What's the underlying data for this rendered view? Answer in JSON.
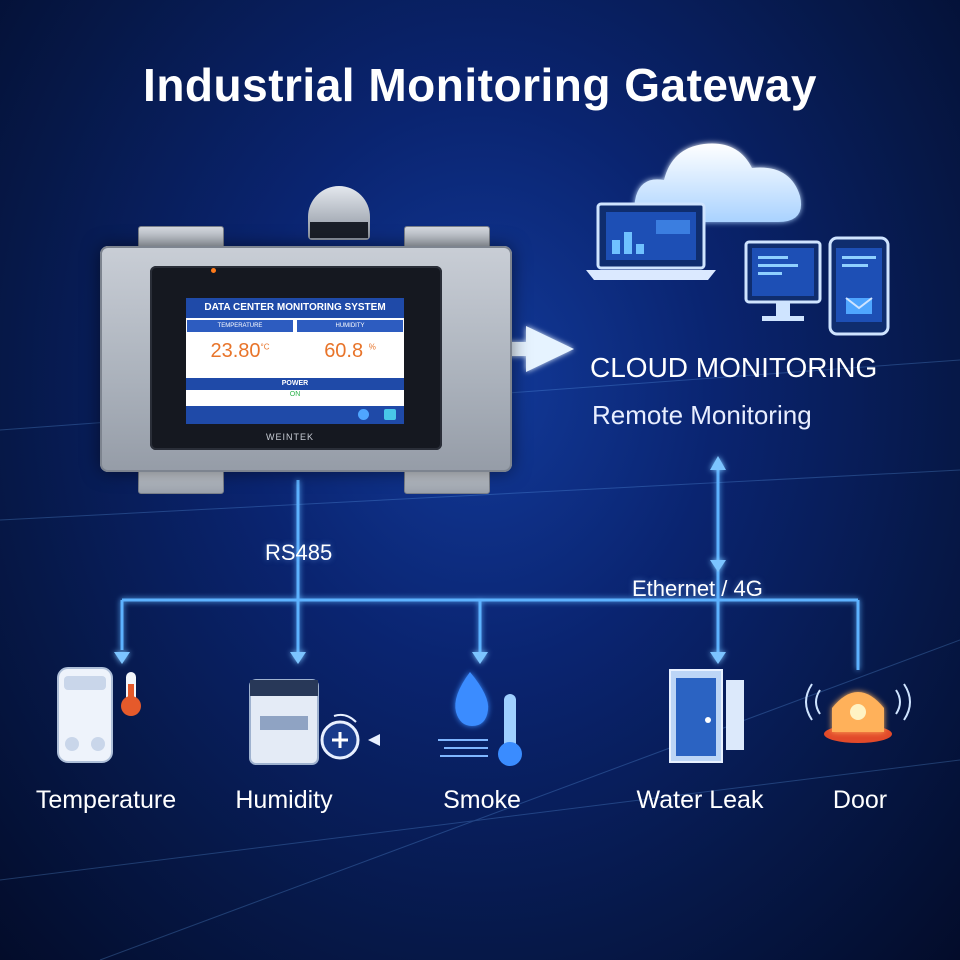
{
  "title": "Industrial Monitoring Gateway",
  "gateway": {
    "screen_title": "DATA CENTER MONITORING SYSTEM",
    "temperature_header": "TEMPERATURE",
    "humidity_header": "HUMIDITY",
    "temperature_value": "23.80",
    "temperature_unit": "°C",
    "humidity_value": "60.8",
    "humidity_unit": "%",
    "power_label": "POWER",
    "power_value": "ON",
    "brand": "WEINTEK"
  },
  "cloud": {
    "title": "CLOUD MONITORING",
    "subtitle": "Remote Monitoring"
  },
  "links": {
    "rs485": "RS485",
    "ethernet": "Ethernet / 4G"
  },
  "sensors": [
    {
      "label": "Temperature",
      "icon": "thermometer-icon"
    },
    {
      "label": "Humidity",
      "icon": "humidity-sensor-icon"
    },
    {
      "label": "Smoke",
      "icon": "water-drop-icon"
    },
    {
      "label": "Water Leak",
      "icon": "door-icon"
    },
    {
      "label": "Door",
      "icon": "alarm-light-icon"
    }
  ],
  "colors": {
    "accent": "#4fa6ff",
    "reading": "#e8742a",
    "screen_header": "#1f4aa8",
    "power_on": "#2cb34b"
  }
}
